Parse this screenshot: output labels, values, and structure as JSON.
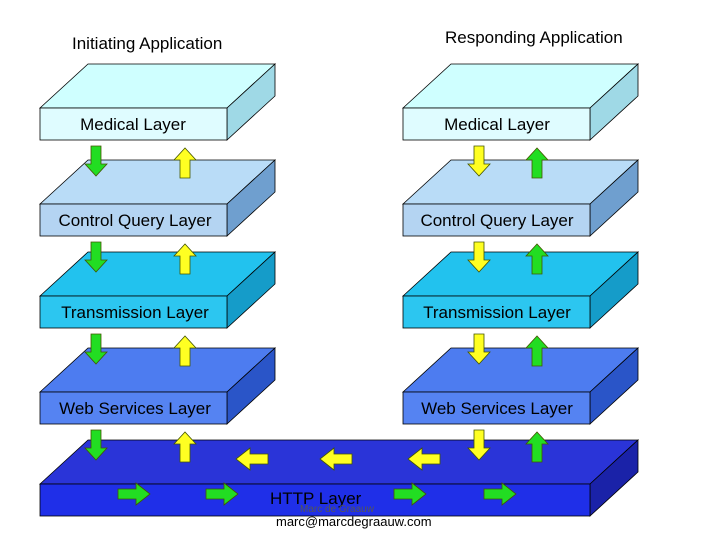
{
  "headings": {
    "initiating": "Initiating Application",
    "responding": "Responding Application"
  },
  "layers": [
    {
      "label": "Medical Layer",
      "top": "#cfffff",
      "side": "#9fd9e6",
      "front": "#dffcff"
    },
    {
      "label": "Control Query Layer",
      "top": "#b9dcf7",
      "side": "#6f9fcf",
      "front": "#b4d4f2"
    },
    {
      "label": "Transmission Layer",
      "top": "#22c2ee",
      "side": "#159cc9",
      "front": "#2cc6f0"
    },
    {
      "label": "Web Services Layer",
      "top": "#4d7cf0",
      "side": "#2a55c8",
      "front": "#5583f2"
    }
  ],
  "http_layer": {
    "label": "HTTP Layer",
    "top": "#2a34d8",
    "side": "#1a22a8",
    "front": "#1f2fe8"
  },
  "arrow_colors": {
    "green": "#22dd22",
    "yellow": "#ffff22",
    "outline": "#445500"
  },
  "footer": {
    "name": "Marc de Graauw",
    "email": "marc@marcdegraauw.com"
  }
}
